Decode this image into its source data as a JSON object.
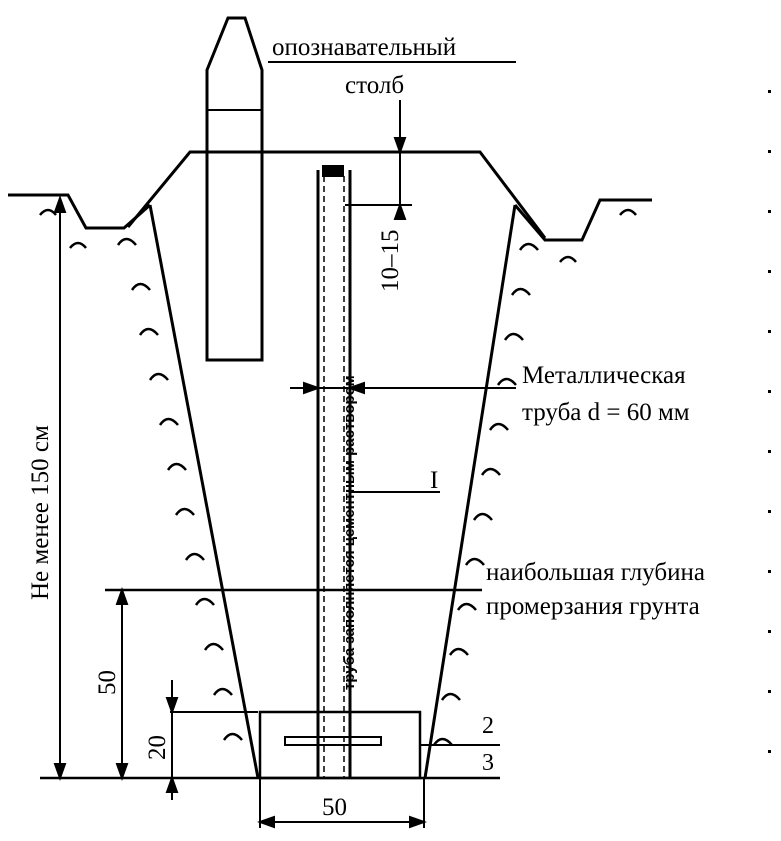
{
  "labels": {
    "post_line1": "опознавательный",
    "post_line2": "столб",
    "gap_dim": "10–15",
    "pipe_fill_note": "труба заполняется цементным раствором",
    "pipe_line1": "Металлическая",
    "pipe_line2": "труба d = 60 мм",
    "roman_one": "I",
    "frost_line1": "наибольшая глубина",
    "frost_line2": "промерзания грунта",
    "depth_dim": "Не менее 150 см",
    "frost_dim": "50",
    "slab_height_dim": "20",
    "bottom_width_dim": "50",
    "callout_2": "2",
    "callout_3": "3"
  },
  "colors": {
    "ink": "#000000",
    "paper": "#ffffff"
  }
}
